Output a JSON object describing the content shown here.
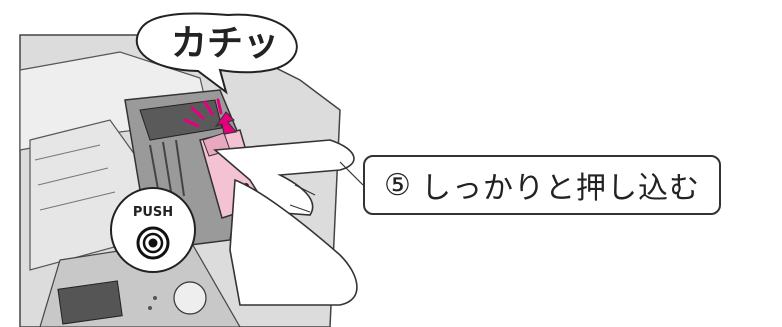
{
  "callout": {
    "text": "カチッ"
  },
  "push_label": {
    "text": "PUSH"
  },
  "step": {
    "number": "⑤",
    "text": "しっかりと押し込む"
  },
  "colors": {
    "printer_gray": "#d9d9d9",
    "cartridge_pink": "#f3c2d3",
    "accent_magenta": "#e6007e",
    "outline": "#333333"
  },
  "icons": {
    "push_target": "push-target-icon",
    "click_sparks": "click-spark-icon",
    "press_arrow": "press-arrow-icon"
  }
}
